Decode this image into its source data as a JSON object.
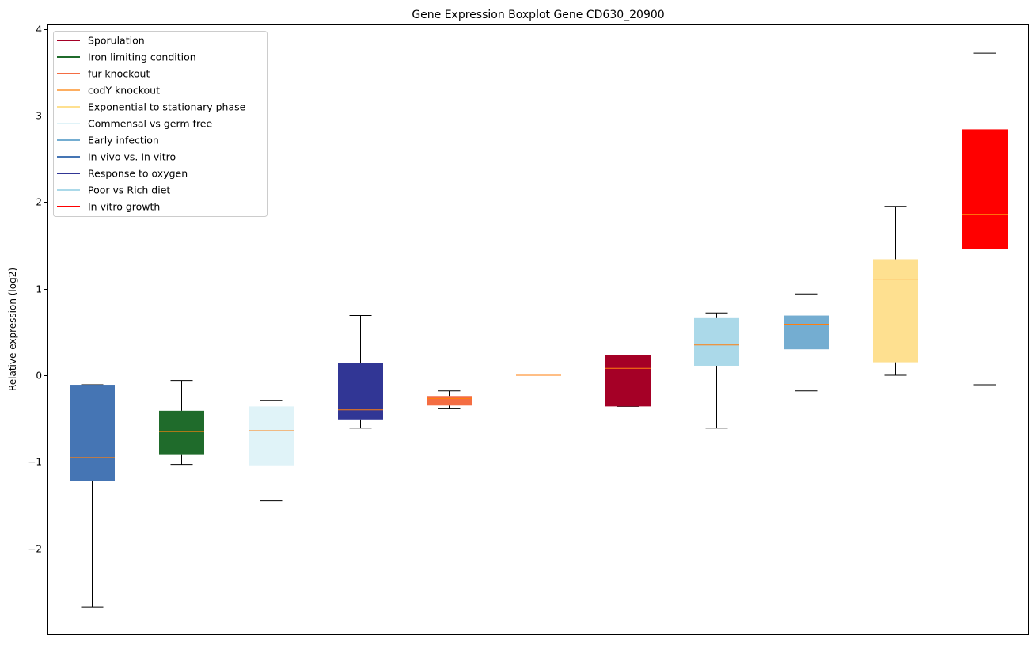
{
  "chart_data": {
    "type": "boxplot",
    "title": "Gene Expression Boxplot Gene CD630_20900",
    "xlabel": "",
    "ylabel": "Relative expression (log2)",
    "ylim": [
      -2.99,
      4.06
    ],
    "xlim": [
      0.5,
      11.5
    ],
    "yticks": [
      -2,
      -1,
      0,
      1,
      2,
      3,
      4
    ],
    "ytick_labels": [
      "−2",
      "−1",
      "0",
      "1",
      "2",
      "3",
      "4"
    ],
    "grid": false,
    "legend_position": "top-left",
    "median_color": "#ff7f0e",
    "legend": [
      {
        "label": "Sporulation",
        "color": "#a50026"
      },
      {
        "label": "Iron limiting condition",
        "color": "#1f6b2b"
      },
      {
        "label": "fur knockout",
        "color": "#f46d43"
      },
      {
        "label": "codY knockout",
        "color": "#fdae61"
      },
      {
        "label": "Exponential to stationary phase",
        "color": "#fee090"
      },
      {
        "label": "Commensal vs germ free",
        "color": "#e0f3f8"
      },
      {
        "label": "Early infection",
        "color": "#74add1"
      },
      {
        "label": "In vivo vs. In vitro",
        "color": "#4575b4"
      },
      {
        "label": "Response to oxygen",
        "color": "#313695"
      },
      {
        "label": "Poor vs Rich diet",
        "color": "#abd9e9"
      },
      {
        "label": "In vitro growth",
        "color": "#ff0000"
      }
    ],
    "series": [
      {
        "name": "In vivo vs. In vitro",
        "color": "#4575b4",
        "whislo": -2.68,
        "q1": -1.22,
        "median": -0.95,
        "q3": -0.11,
        "whishi": -0.11
      },
      {
        "name": "Iron limiting condition",
        "color": "#1f6b2b",
        "whislo": -1.03,
        "q1": -0.92,
        "median": -0.65,
        "q3": -0.41,
        "whishi": -0.06
      },
      {
        "name": "Commensal vs germ free",
        "color": "#e0f3f8",
        "whislo": -1.45,
        "q1": -1.04,
        "median": -0.64,
        "q3": -0.36,
        "whishi": -0.29
      },
      {
        "name": "Response to oxygen",
        "color": "#313695",
        "whislo": -0.61,
        "q1": -0.51,
        "median": -0.4,
        "q3": 0.14,
        "whishi": 0.69
      },
      {
        "name": "fur knockout",
        "color": "#f46d43",
        "whislo": -0.38,
        "q1": -0.35,
        "median": -0.27,
        "q3": -0.24,
        "whishi": -0.18
      },
      {
        "name": "codY knockout",
        "color": "#fdae61",
        "whislo": 0.0,
        "q1": 0.0,
        "median": 0.0,
        "q3": 0.0,
        "whishi": 0.0
      },
      {
        "name": "Sporulation",
        "color": "#a50026",
        "whislo": -0.36,
        "q1": -0.36,
        "median": 0.08,
        "q3": 0.23,
        "whishi": 0.23
      },
      {
        "name": "Poor vs Rich diet",
        "color": "#abd9e9",
        "whislo": -0.61,
        "q1": 0.11,
        "median": 0.35,
        "q3": 0.66,
        "whishi": 0.72
      },
      {
        "name": "Early infection",
        "color": "#74add1",
        "whislo": -0.18,
        "q1": 0.3,
        "median": 0.59,
        "q3": 0.69,
        "whishi": 0.94
      },
      {
        "name": "Exponential to stationary phase",
        "color": "#fee090",
        "whislo": 0.0,
        "q1": 0.15,
        "median": 1.11,
        "q3": 1.34,
        "whishi": 1.95
      },
      {
        "name": "In vitro growth",
        "color": "#ff0000",
        "whislo": -0.11,
        "q1": 1.46,
        "median": 1.86,
        "q3": 2.84,
        "whishi": 3.72
      }
    ]
  }
}
